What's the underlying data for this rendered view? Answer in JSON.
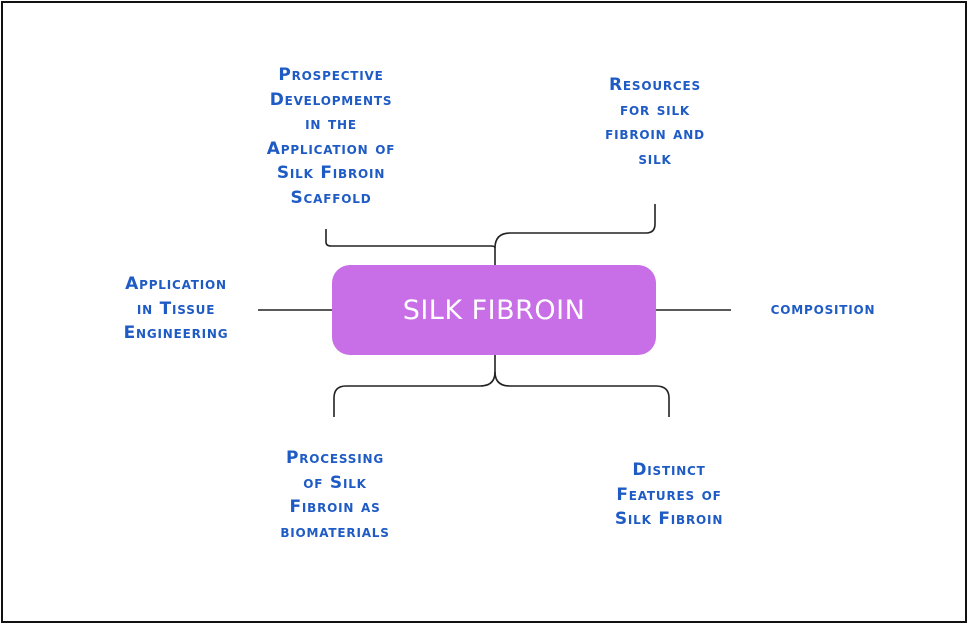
{
  "center": {
    "label": "SILK FIBROIN"
  },
  "nodes": {
    "prospective": {
      "lines": [
        "Prospective",
        "Developments",
        "in the",
        "Application of",
        "Silk Fibroin",
        "Scaffold"
      ]
    },
    "resources": {
      "lines": [
        "Resources",
        "for silk",
        "fibroin and",
        "silk"
      ]
    },
    "application": {
      "lines": [
        "Application",
        "in Tissue",
        "Engineering"
      ]
    },
    "composition": {
      "lines": [
        "composition"
      ]
    },
    "processing": {
      "lines": [
        "Processing",
        "of Silk",
        "Fibroin as",
        "biomaterials"
      ]
    },
    "distinct": {
      "lines": [
        "Distinct",
        "Features of",
        "Silk Fibroin"
      ]
    }
  },
  "colors": {
    "center_fill": "#c86ee6",
    "node_text": "#1f5bc4",
    "lines": "#222222"
  }
}
